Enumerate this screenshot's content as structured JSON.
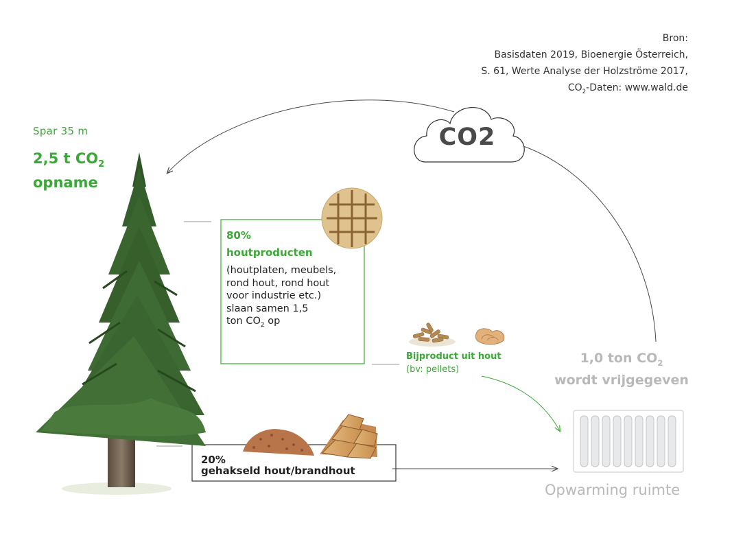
{
  "source": {
    "lines": [
      "Bron:",
      "Basisdaten 2019, Bioenergie Österreich,",
      "S. 61, Werte Analyse der Holzströme 2017,"
    ],
    "co2_prefix": "CO",
    "co2_sub": "2",
    "co2_rest": "-Daten: www.wald.de"
  },
  "tree": {
    "label": "Spar 35 m",
    "uptake_amount": "2,5 t CO",
    "uptake_sub": "2",
    "uptake_word": "opname"
  },
  "cloud": {
    "label": "CO2"
  },
  "wood_products": {
    "percent": "80%",
    "title": "houtproducten",
    "desc_lines": [
      "(houtplaten, meubels,",
      "rond hout, rond hout",
      "voor industrie etc.)",
      "slaan samen 1,5"
    ],
    "desc_last_prefix": "ton CO",
    "desc_last_sub": "2",
    "desc_last_suffix": " op"
  },
  "byproduct": {
    "title": "Bijproduct uit hout",
    "desc": "(bv: pellets)"
  },
  "release": {
    "amount": "1,0 ton CO",
    "amount_sub": "2",
    "caption": "wordt vrijgegeven"
  },
  "chipped": {
    "percent": "20%",
    "title": "gehakseld hout/brandhout"
  },
  "heating": {
    "label": "Opwarming ruimte"
  },
  "colors": {
    "green": "#3aa935",
    "grey_text": "#b8b9bb",
    "dark_text": "#333333",
    "connector": "#4a4a4a"
  },
  "icons": [
    "spruce-tree-icon",
    "cloud-icon",
    "wood-pallet-icon",
    "wood-pellets-icon",
    "wood-shaving-icon",
    "wood-chips-icon",
    "firewood-icon",
    "radiator-icon"
  ]
}
